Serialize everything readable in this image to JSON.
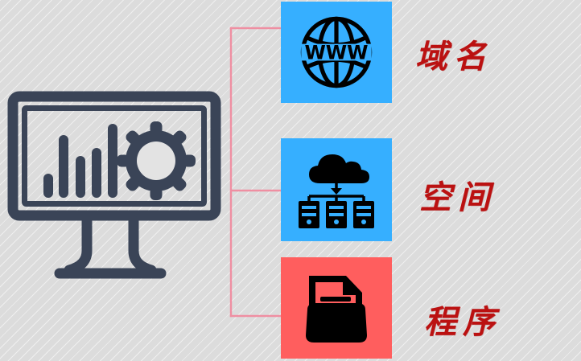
{
  "page": {
    "title": "Website Components Diagram",
    "background_color": "#dcdcdc"
  },
  "colors": {
    "tile_blue": "#36afff",
    "tile_red": "#ff5e5e",
    "icon_dark": "#000000",
    "monitor_navy": "#3a4457",
    "connector_pink": "#ef8fa2",
    "label_red": "#bb1111"
  },
  "source": {
    "name": "website-monitor-illustration",
    "icon": "monitor-dashboard-gear-icon",
    "description": "computer monitor showing bar chart and gear"
  },
  "rows": [
    {
      "id": "domain",
      "label": "域名",
      "icon_name": "globe-www-icon",
      "tile_color": "#36afff"
    },
    {
      "id": "hosting",
      "label": "空间",
      "icon_name": "cloud-servers-icon",
      "tile_color": "#36afff"
    },
    {
      "id": "program",
      "label": "程序",
      "icon_name": "document-folder-icon",
      "tile_color": "#ff5e5e"
    }
  ],
  "connector": {
    "name": "bracket-connector",
    "color": "#ef8fa2",
    "branch_count": 3
  }
}
